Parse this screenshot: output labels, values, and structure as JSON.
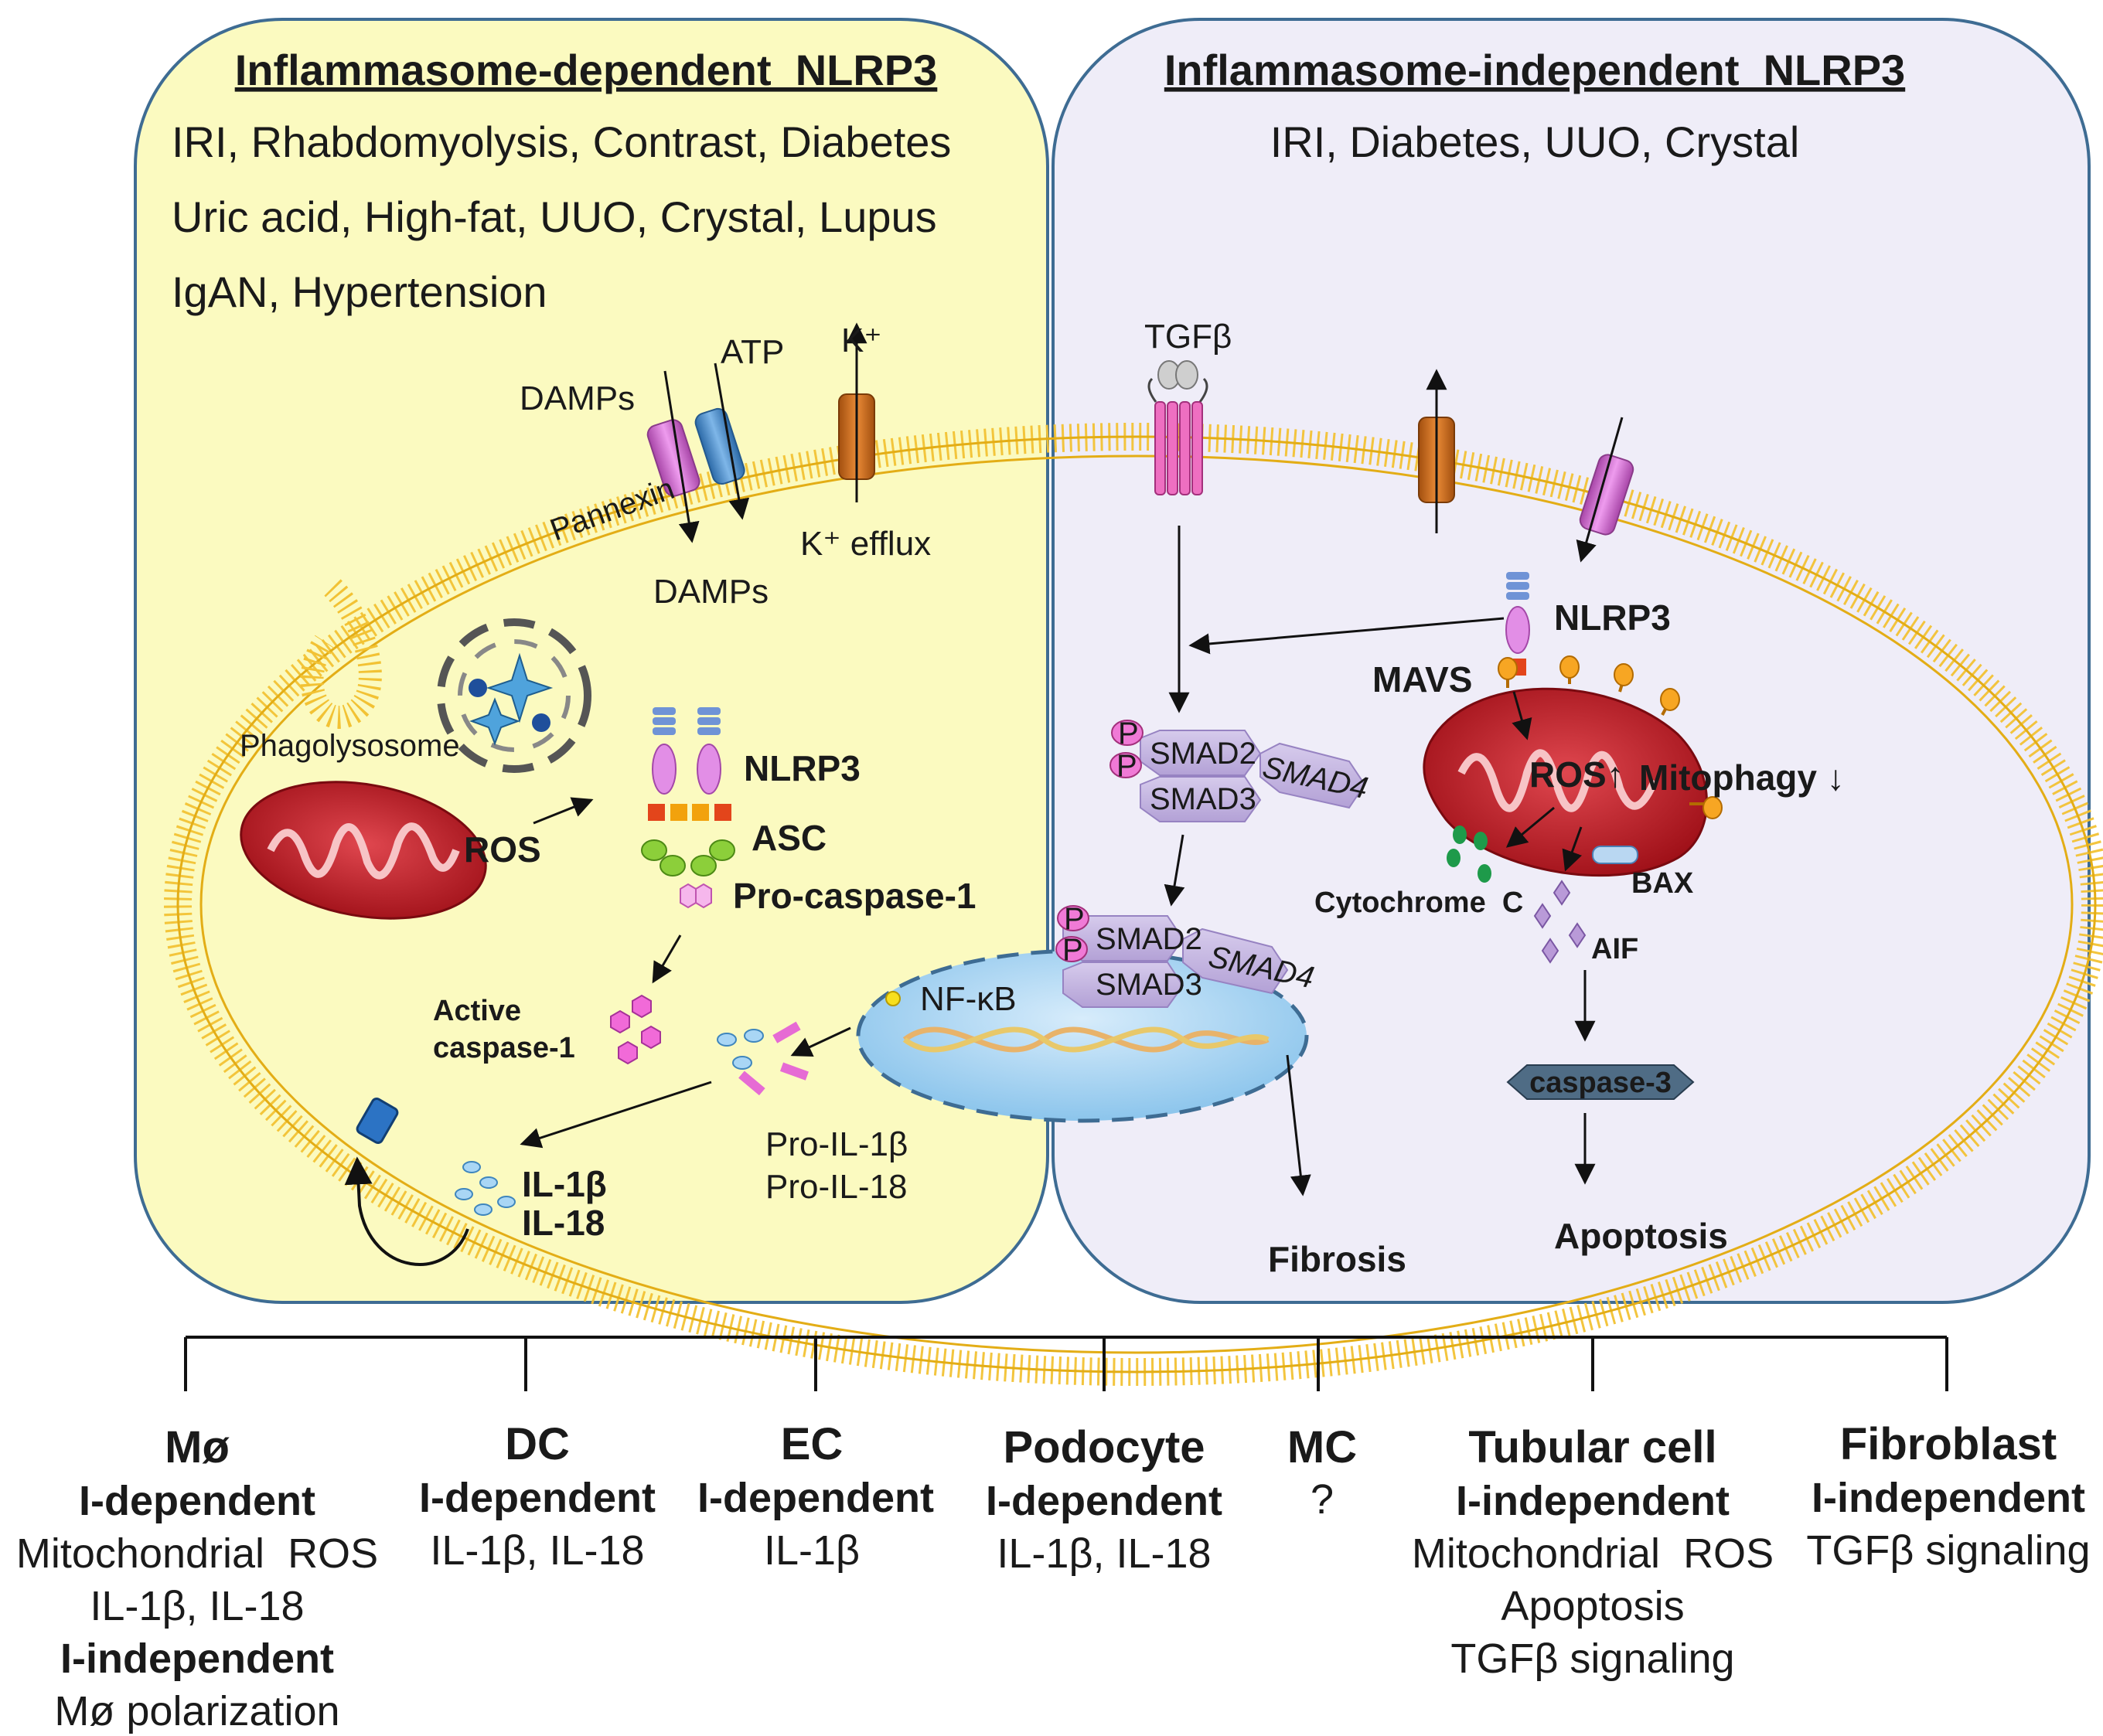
{
  "panels": {
    "left": {
      "title": "Inflammasome-dependent  NLRP3",
      "conditions": [
        "IRI, Rhabdomyolysis, Contrast, Diabetes",
        "Uric acid, High-fat, UUO, Crystal, Lupus",
        "IgAN, Hypertension"
      ],
      "fill": "#fbfac0"
    },
    "right": {
      "title": "Inflammasome-independent  NLRP3",
      "conditions": [
        "IRI, Diabetes, UUO, Crystal"
      ],
      "fill": "#efedf8"
    }
  },
  "left_labels": {
    "damps_top": "DAMPs",
    "atp": "ATP",
    "k_plus": "K⁺",
    "pannexin": "Pannexin",
    "k_efflux": "K⁺ efflux",
    "damps_bottom": "DAMPs",
    "phagolysosome": "Phagolysosome",
    "ros": "ROS",
    "nlrp3": "NLRP3",
    "asc": "ASC",
    "pro_caspase": "Pro-caspase-1",
    "active_caspase_1": "Active",
    "active_caspase_2": "caspase-1",
    "nfkb": "NF-κB",
    "pro_il1b": "Pro-IL-1β",
    "pro_il18": "Pro-IL-18",
    "il1b": "IL-1β",
    "il18": "IL-18"
  },
  "right_labels": {
    "tgfb": "TGFβ",
    "nlrp3": "NLRP3",
    "mavs": "MAVS",
    "ros": "ROS↑",
    "mitophagy": "Mitophagy ↓",
    "smad2": "SMAD2",
    "smad3": "SMAD3",
    "smad4": "SMAD4",
    "p": "P",
    "cytochrome": "Cytochrome  C",
    "bax": "BAX",
    "aif": "AIF",
    "caspase3": "caspase-3",
    "fibrosis": "Fibrosis",
    "apoptosis": "Apoptosis"
  },
  "cell_types": [
    {
      "name": "Mø",
      "lines": [
        {
          "t": "I-dependent",
          "b": true
        },
        {
          "t": "Mitochondrial  ROS",
          "b": false
        },
        {
          "t": "IL-1β, IL-18",
          "b": false
        },
        {
          "t": "I-independent",
          "b": true
        },
        {
          "t": "Mø polarization",
          "b": false
        }
      ]
    },
    {
      "name": "DC",
      "lines": [
        {
          "t": "I-dependent",
          "b": true
        },
        {
          "t": "IL-1β, IL-18",
          "b": false
        }
      ]
    },
    {
      "name": "EC",
      "lines": [
        {
          "t": "I-dependent",
          "b": true
        },
        {
          "t": "IL-1β",
          "b": false
        }
      ]
    },
    {
      "name": "Podocyte",
      "lines": [
        {
          "t": "I-dependent",
          "b": true
        },
        {
          "t": "IL-1β, IL-18",
          "b": false
        }
      ]
    },
    {
      "name": "MC",
      "lines": [
        {
          "t": "?",
          "b": false
        }
      ]
    },
    {
      "name": "Tubular cell",
      "lines": [
        {
          "t": "I-independent",
          "b": true
        },
        {
          "t": "Mitochondrial  ROS",
          "b": false
        },
        {
          "t": "Apoptosis",
          "b": false
        },
        {
          "t": "TGFβ signaling",
          "b": false
        }
      ]
    },
    {
      "name": "Fibroblast",
      "lines": [
        {
          "t": "I-independent",
          "b": true
        },
        {
          "t": "TGFβ signaling",
          "b": false
        }
      ]
    }
  ],
  "colors": {
    "membrane": "#f2c234",
    "mito": "#c8232c",
    "pannexin": "#d96fd9",
    "atp_channel": "#4a90d0",
    "k_channel": "#d5701a",
    "smad": "#c7b7e0",
    "nucleus": "#a9d5f2"
  }
}
